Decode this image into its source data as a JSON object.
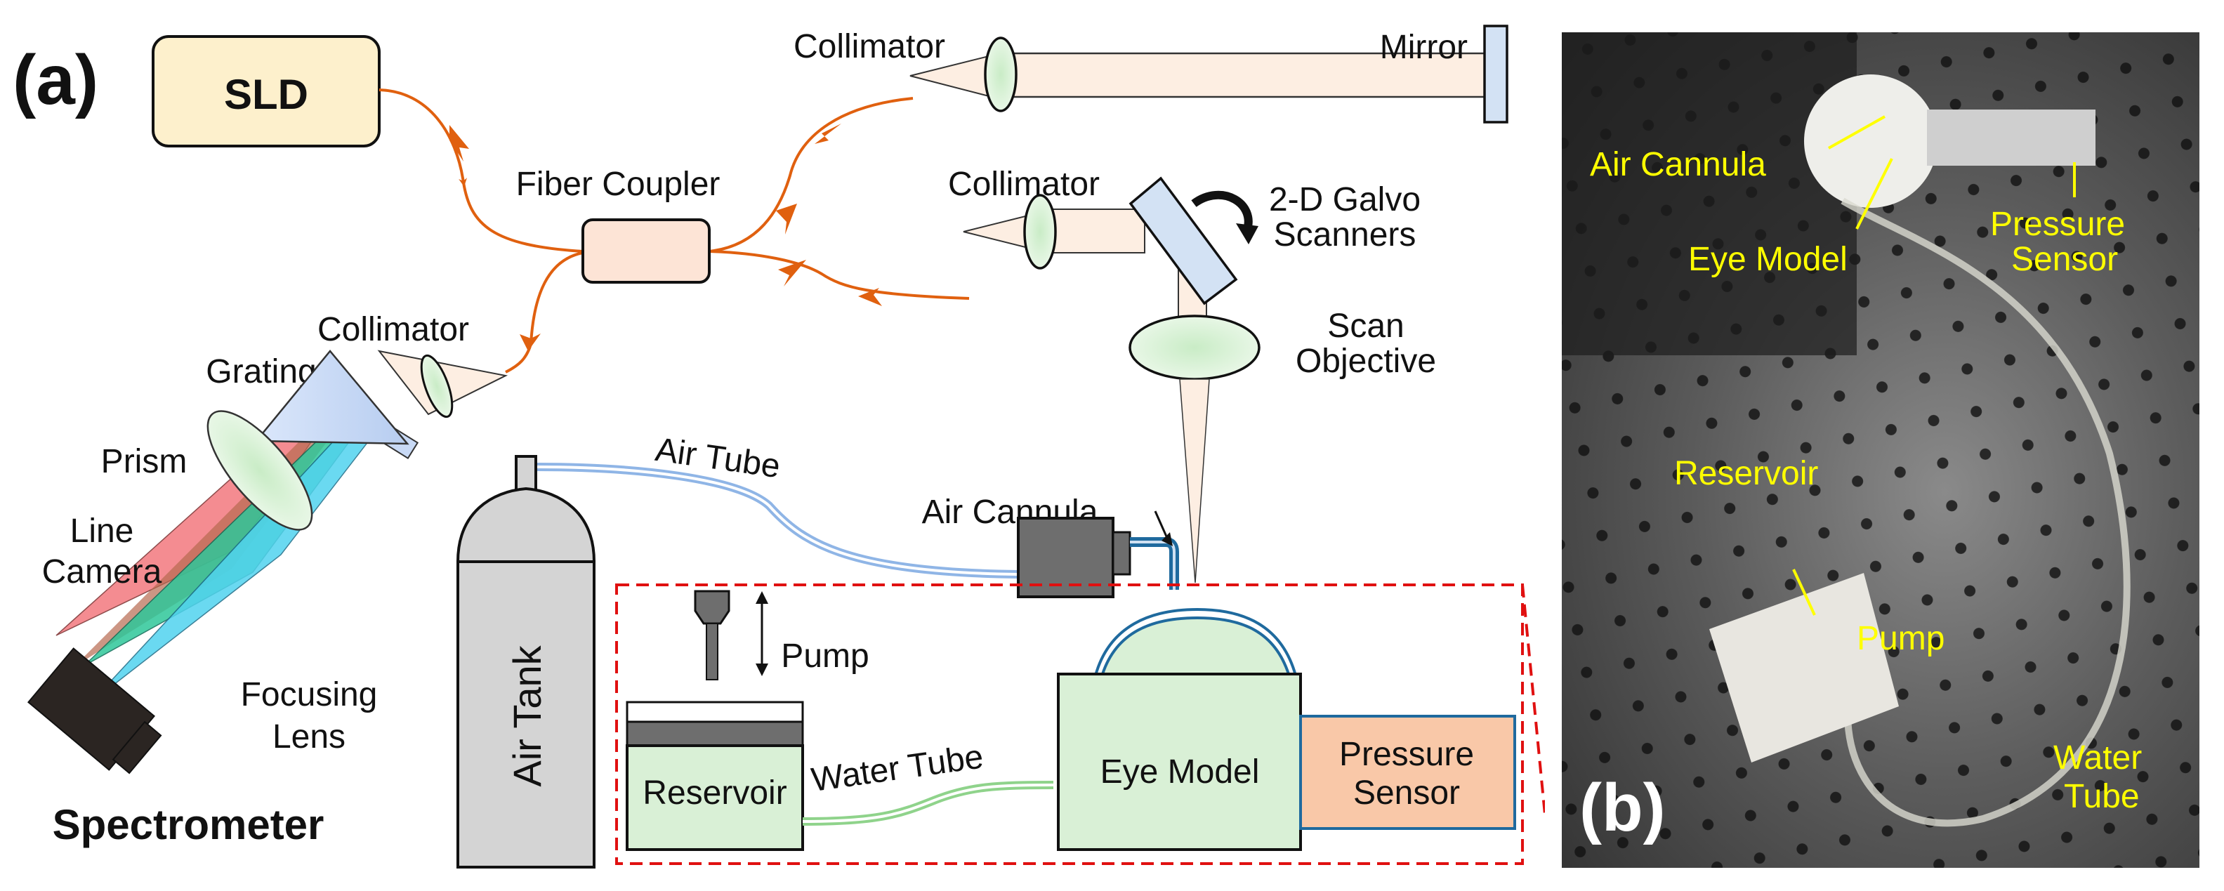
{
  "panel_a": {
    "label": "(a)",
    "sld": "SLD",
    "fiber_coupler": "Fiber Coupler",
    "collimator_ref": "Collimator",
    "mirror": "Mirror",
    "collimator_sample": "Collimator",
    "galvo": [
      "2-D Galvo",
      "Scanners"
    ],
    "scan_objective": [
      "Scan",
      "Objective"
    ],
    "collimator_spec": "Collimator",
    "grating": "Grating",
    "prism": "Prism",
    "line_camera": [
      "Line",
      "Camera"
    ],
    "focusing_lens": [
      "Focusing",
      "Lens"
    ],
    "spectrometer": "Spectrometer",
    "air_tank": "Air Tank",
    "air_tube": "Air Tube",
    "air_cannula": "Air Cannula",
    "pump": "Pump",
    "reservoir": "Reservoir",
    "water_tube": "Water Tube",
    "eye_model": "Eye Model",
    "pressure_sensor": [
      "Pressure",
      "Sensor"
    ]
  },
  "panel_b": {
    "label": "(b)",
    "annotations": {
      "air_cannula": "Air Cannula",
      "eye_model": "Eye Model",
      "pressure_sensor": [
        "Pressure",
        "Sensor"
      ],
      "reservoir": "Reservoir",
      "pump": "Pump",
      "water_tube": [
        "Water",
        "Tube"
      ]
    }
  },
  "colors": {
    "fiber": "#e0600f",
    "beam": "#fdeee2",
    "lens": "#d6efd6",
    "mirror": "#d3e2f4",
    "sld_fill": "#fdf0cc",
    "coupler_fill": "#fde4d6",
    "eye_fill": "#d9f0d6",
    "sensor_fill": "#f9c8a8",
    "tank_fill": "#d4d4d4",
    "air_tube": "#8fb5e6",
    "water_tube": "#8fd38b",
    "cannula_tube": "#1f6a9e",
    "dashed_box": "#e01010",
    "photo_label": "#ffff00"
  }
}
